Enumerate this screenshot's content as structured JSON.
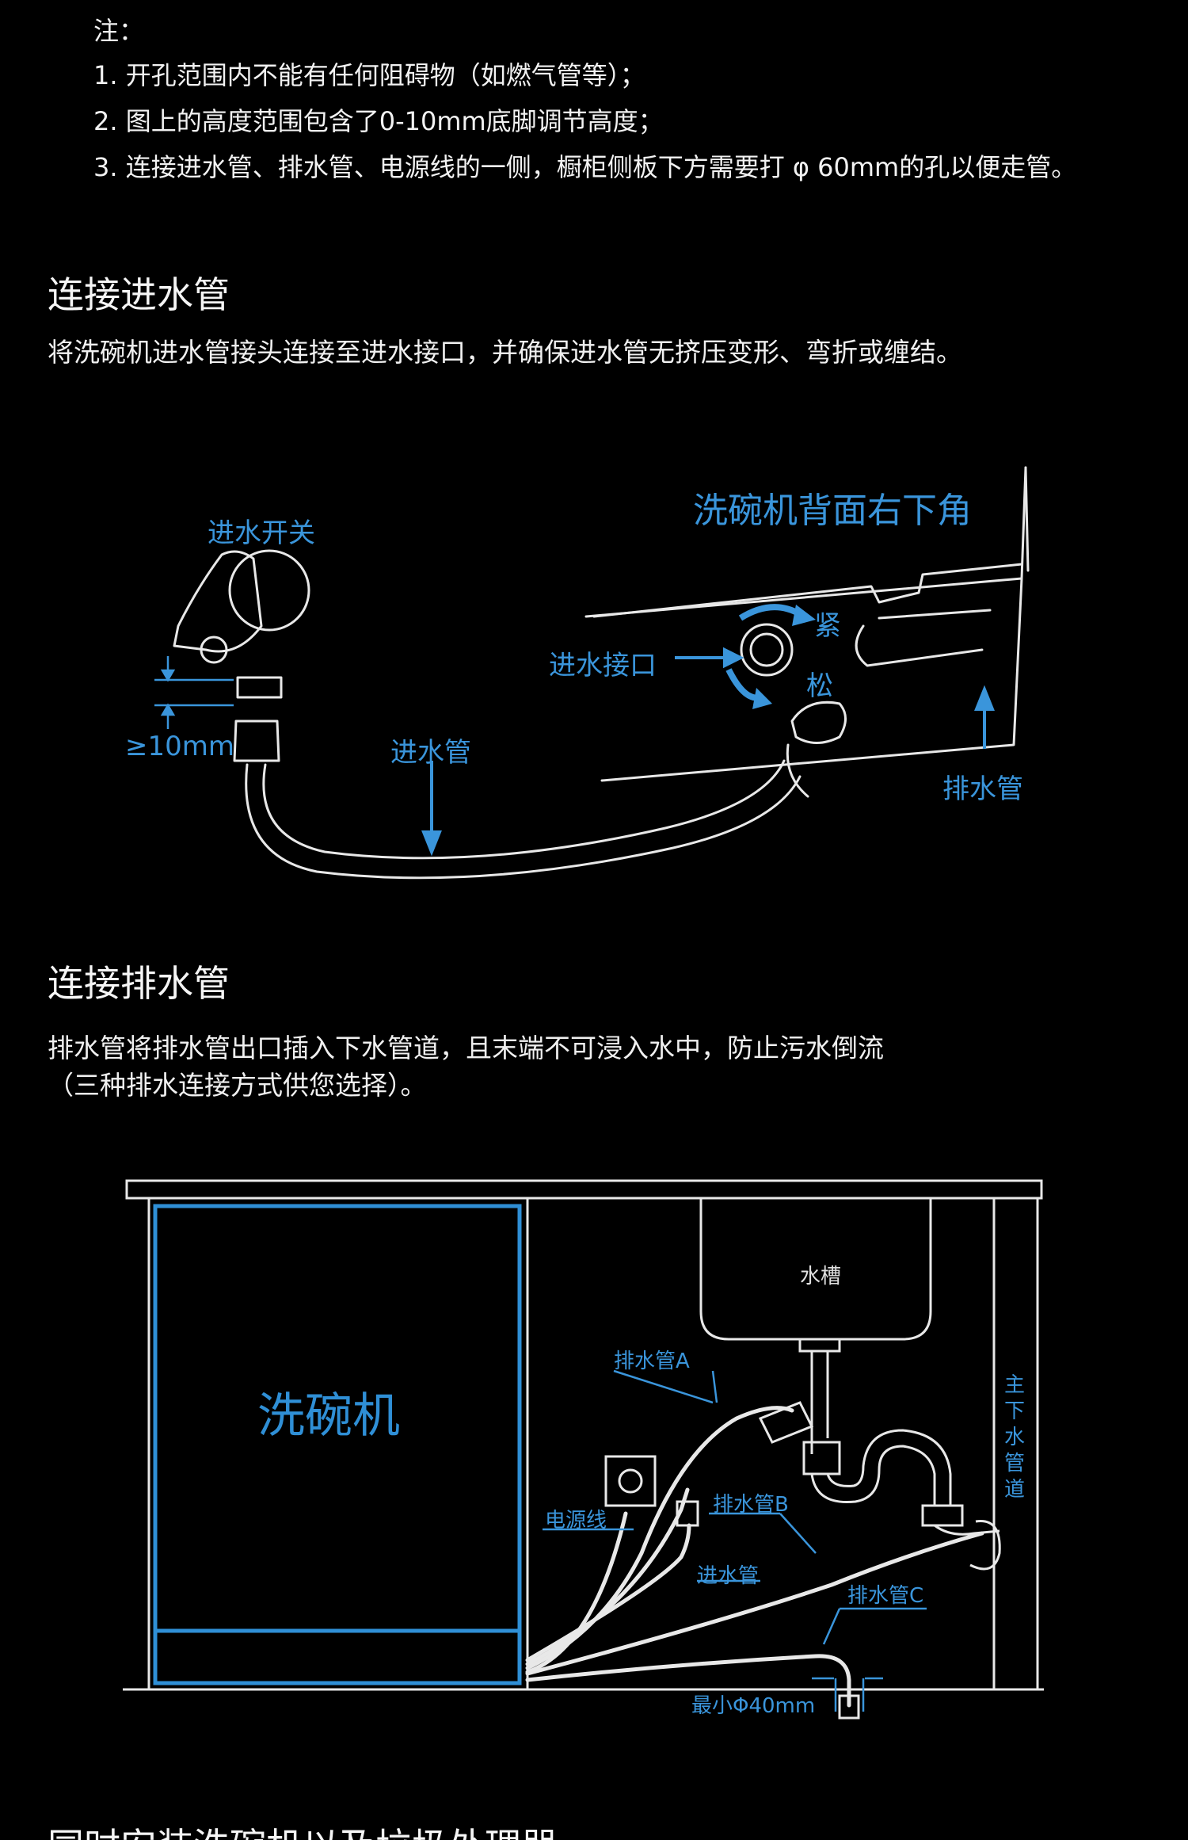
{
  "notes": {
    "heading": "注：",
    "items": [
      "1. 开孔范围内不能有任何阻碍物（如燃气管等）；",
      "2. 图上的高度范围包含了0-10mm底脚调节高度；",
      "3.  连接进水管、排水管、电源线的一侧，橱柜侧板下方需要打 φ 60mm的孔以便走管。"
    ]
  },
  "inlet_section": {
    "title": "连接进水管",
    "desc": "将洗碗机进水管接头连接至进水接口，并确保进水管无挤压变形、弯折或缠结。",
    "labels": {
      "switch": "进水开关",
      "corner": "洗碗机背面右下角",
      "port": "进水接口",
      "tight": "紧",
      "loose": "松",
      "gap": "≥10mm",
      "hose": "进水管",
      "drain": "排水管"
    }
  },
  "drain_section": {
    "title": "连接排水管",
    "desc_line1": "排水管将排水管出口插入下水管道，且末端不可浸入水中，防止污水倒流",
    "desc_line2": "（三种排水连接方式供您选择）。",
    "labels": {
      "dishwasher": "洗碗机",
      "sink": "水槽",
      "drain_a": "排水管A",
      "power": "电源线",
      "drain_b": "排水管B",
      "inlet": "进水管",
      "drain_c": "排水管C",
      "min": "最小Φ40mm",
      "main_pipe": "主下水管道"
    }
  },
  "next_section_title": "同时安装洗碗机以及垃圾处理器",
  "colors": {
    "accent": "#2f8fd6",
    "line": "#e6e6e6",
    "bg": "#000000"
  }
}
